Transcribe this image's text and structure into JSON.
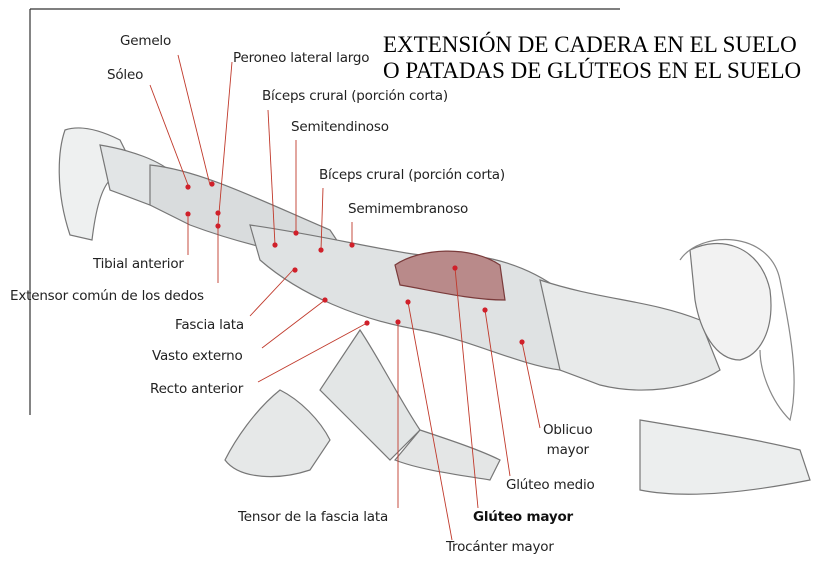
{
  "title": {
    "line1": "EXTENSIÓN DE CADERA EN EL SUELO",
    "line2": "O PATADAS DE GLÚTEOS EN EL SUELO"
  },
  "labels": {
    "gemelo": "Gemelo",
    "soleo": "Sóleo",
    "peroneo": "Peroneo lateral largo",
    "biceps1": "Bíceps crural (porción corta)",
    "semitendinoso": "Semitendinoso",
    "biceps2": "Bíceps crural (porción corta)",
    "semimembranoso": "Semimembranoso",
    "tibial": "Tibial anterior",
    "extensor": "Extensor común de los dedos",
    "fascia": "Fascia lata",
    "vasto": "Vasto externo",
    "recto": "Recto anterior",
    "oblicuo1": "Oblicuo",
    "oblicuo2": "mayor",
    "gluteo_medio": "Glúteo medio",
    "gluteo_mayor": "Glúteo mayor",
    "tensor": "Tensor de la fascia lata",
    "trocanter": "Trocánter mayor"
  },
  "colors": {
    "marker": "#d0202a",
    "leader": "#c0392b",
    "muscle_highlight": "#9a3a3a"
  }
}
